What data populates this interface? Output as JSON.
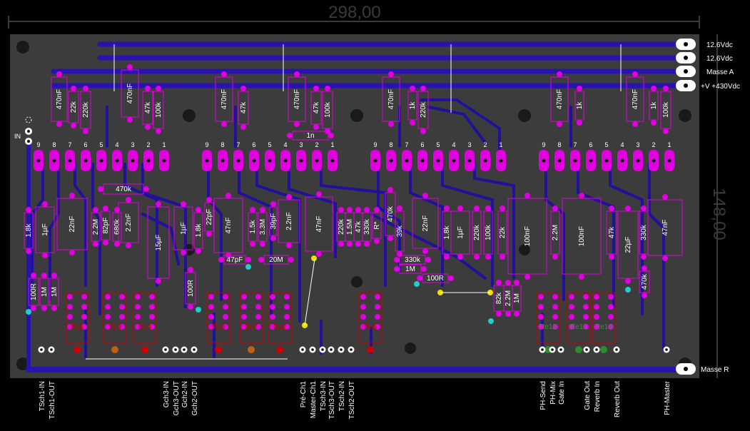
{
  "dimensions": {
    "width": "298,00",
    "height": "148,00"
  },
  "power_labels": [
    "12.6Vdc",
    "12.6Vdc",
    "Masse A",
    "+V +430Vdc"
  ],
  "masse_r": "Masse R",
  "in_label": "IN",
  "tube_pin_numbers": [
    "9",
    "8",
    "7",
    "6",
    "5",
    "4",
    "3",
    "2",
    "1"
  ],
  "top_components": [
    {
      "label": "470nF"
    },
    {
      "label": "22k"
    },
    {
      "label": "220k"
    },
    {
      "label": "470nF"
    },
    {
      "label": "47k"
    },
    {
      "label": "100k"
    },
    {
      "label": "470nF"
    },
    {
      "label": "47k"
    },
    {
      "label": "470nF"
    },
    {
      "label": "47k"
    },
    {
      "label": "100k"
    },
    {
      "label": "1n"
    },
    {
      "label": "470nF"
    },
    {
      "label": "1k"
    },
    {
      "label": "220k"
    },
    {
      "label": "470nF"
    },
    {
      "label": "1k"
    },
    {
      "label": "470nF"
    },
    {
      "label": "1k"
    },
    {
      "label": "100k"
    }
  ],
  "mid_components": [
    {
      "label": "470k"
    },
    {
      "label": "1.8k"
    },
    {
      "label": "1µF"
    },
    {
      "label": "22nF"
    },
    {
      "label": "2.2M"
    },
    {
      "label": "82pF"
    },
    {
      "label": "680k"
    },
    {
      "label": "2.2nF"
    },
    {
      "label": "15µF"
    },
    {
      "label": "1µF"
    },
    {
      "label": "1.8k"
    },
    {
      "label": "22pF"
    },
    {
      "label": "47nF"
    },
    {
      "label": "1.5k"
    },
    {
      "label": "3.3M"
    },
    {
      "label": "39pF"
    },
    {
      "label": "2.2nF"
    },
    {
      "label": "47nF"
    },
    {
      "label": "220k"
    },
    {
      "label": "1.5M"
    },
    {
      "label": "47k"
    },
    {
      "label": "330k"
    },
    {
      "label": "R*"
    },
    {
      "label": "470k"
    },
    {
      "label": "39k"
    },
    {
      "label": "22nF"
    },
    {
      "label": "1.8k"
    },
    {
      "label": "1µF"
    },
    {
      "label": "220k"
    },
    {
      "label": "100k"
    },
    {
      "label": "22k"
    },
    {
      "label": "100nF"
    },
    {
      "label": "2.2M"
    },
    {
      "label": "100nF"
    },
    {
      "label": "47k"
    },
    {
      "label": "22µF"
    },
    {
      "label": "330k"
    },
    {
      "label": "47nF"
    },
    {
      "label": "47pF"
    },
    {
      "label": "20M"
    },
    {
      "label": "330k"
    },
    {
      "label": "1M"
    },
    {
      "label": "100R"
    },
    {
      "label": "100R"
    },
    {
      "label": "1M"
    },
    {
      "label": "1M"
    },
    {
      "label": "100R"
    },
    {
      "label": "470k"
    },
    {
      "label": "82k"
    },
    {
      "label": "2.2M"
    },
    {
      "label": "1M"
    }
  ],
  "relays": [
    "Re1",
    "Re8",
    "Re4",
    "Re3",
    "Re7",
    "Re2",
    "Re5",
    "Re12",
    "Re13",
    "Re14"
  ],
  "bottom_labels": [
    "TSch1-IN",
    "TSch1-OUT",
    "Gch3-IN",
    "Gch3-OUT",
    "Gch2-IN",
    "Gch2-OUT",
    "Pré-Ch1",
    "Master-Ch1",
    "TSch3-IN",
    "TSch3-OUT",
    "TSch2-IN",
    "TSch2-OUT",
    "PH-Send",
    "PH-Mix",
    "Gate In",
    "Gate Out",
    "Reverb In",
    "Reverb Out",
    "PH-Master"
  ],
  "colors": {
    "board": "#3a3a3a",
    "trace": "#1a0a8c",
    "trace_edge": "#5a4cff",
    "pad": "#e000e0",
    "silk": "#ffffff",
    "relay_red": "#cc0000",
    "relay_green": "#2e8b2e"
  }
}
